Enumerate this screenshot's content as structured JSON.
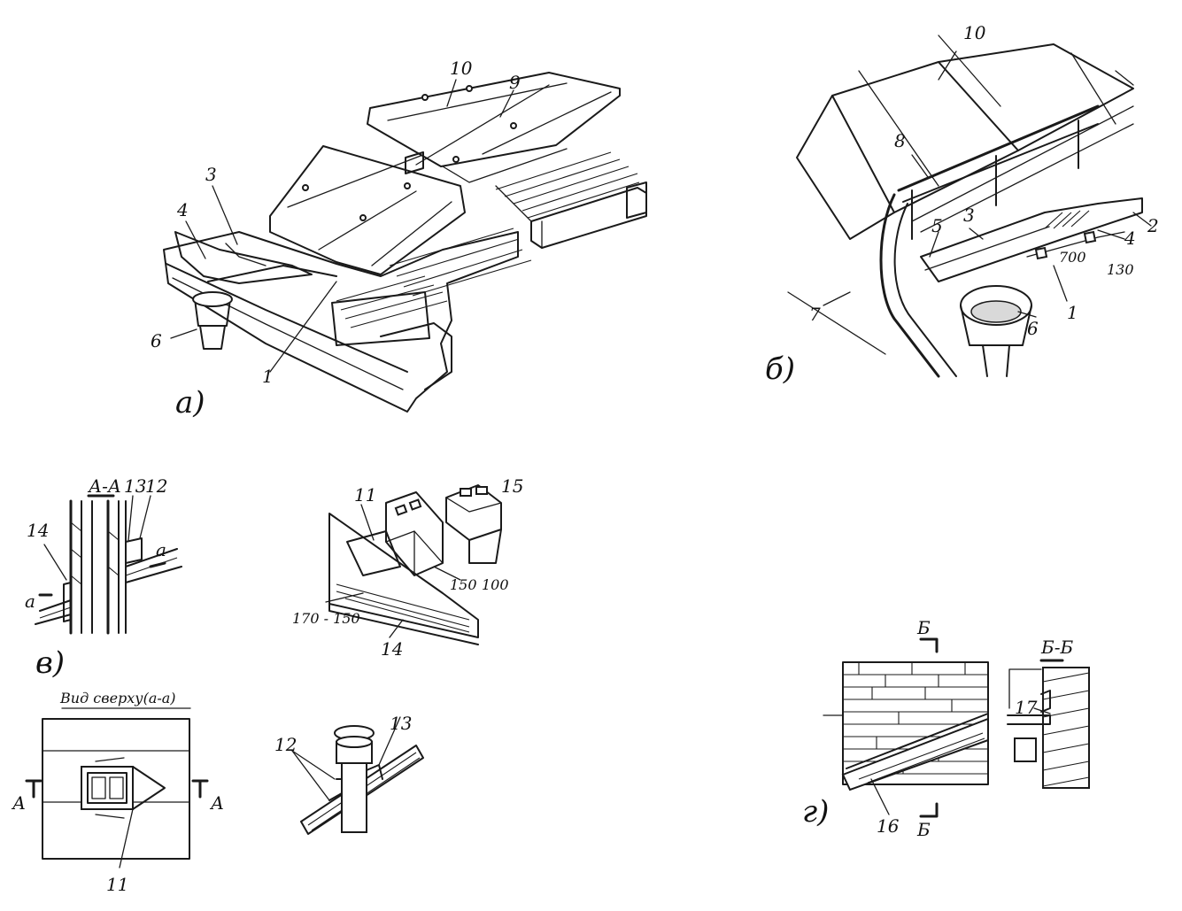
{
  "panels": {
    "a": {
      "caption": "а)",
      "labels": [
        "10",
        "9",
        "4",
        "3",
        "6",
        "1"
      ]
    },
    "b": {
      "caption": "б)",
      "labels": [
        "10",
        "8",
        "5",
        "3",
        "4",
        "2",
        "700",
        "130",
        "1",
        "6",
        "7"
      ]
    },
    "v": {
      "caption": "в)",
      "section_title": "А-А",
      "section_labels": [
        "13",
        "12",
        "14",
        "а",
        "а"
      ],
      "iso_labels": [
        "11",
        "15",
        "150",
        "100",
        "170 - 150",
        "14"
      ],
      "plan_title": "Вид сверху(а-а)",
      "plan_labels": [
        "А",
        "А",
        "11"
      ],
      "detail_labels": [
        "12",
        "13"
      ]
    },
    "g": {
      "caption": "г)",
      "cut_mark": "Б",
      "cut_mark_bottom": "Б",
      "section_title": "Б-Б",
      "labels": [
        "17",
        "16"
      ]
    }
  }
}
